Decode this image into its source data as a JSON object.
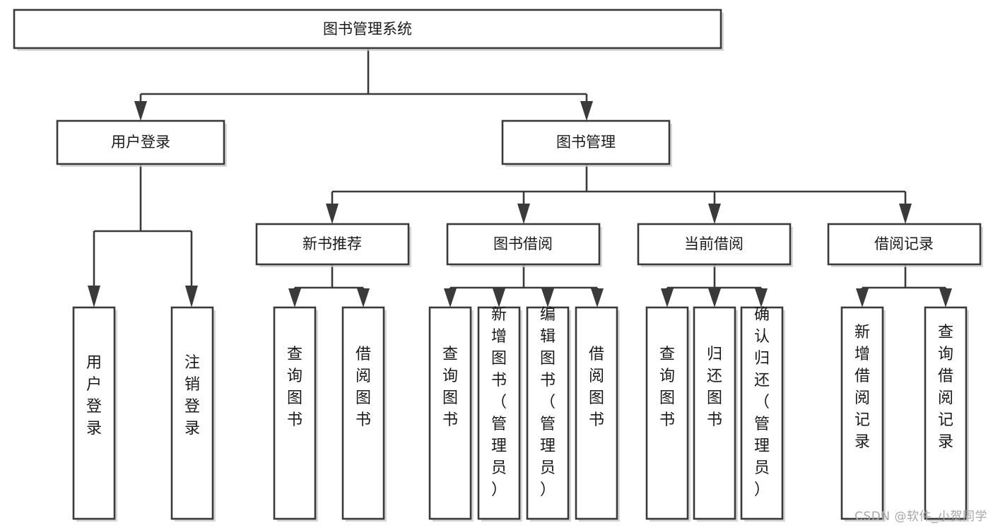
{
  "diagram": {
    "title": "图书管理系统",
    "watermark": "CSDN @软件_小贺同学",
    "colors": {
      "stroke": "#3a3a3a",
      "text": "#1a1a1a",
      "background": "#ffffff",
      "shadow": "#c9c9c9",
      "watermark": "#a6a6a6"
    },
    "root": {
      "label": "图书管理系统"
    },
    "level2": [
      {
        "label": "用户登录"
      },
      {
        "label": "图书管理"
      }
    ],
    "level3": [
      {
        "label": "新书推荐"
      },
      {
        "label": "图书借阅"
      },
      {
        "label": "当前借阅"
      },
      {
        "label": "借阅记录"
      }
    ],
    "leaves": {
      "user_login": [
        {
          "label": "用户登录"
        },
        {
          "label": "注销登录"
        }
      ],
      "new_book": [
        {
          "label": "查询图书"
        },
        {
          "label": "借阅图书"
        }
      ],
      "book_borrow": [
        {
          "label": "查询图书"
        },
        {
          "label": "新增图书（管理员）"
        },
        {
          "label": "编辑图书（管理员）"
        },
        {
          "label": "借阅图书"
        }
      ],
      "current_borrow": [
        {
          "label": "查询图书"
        },
        {
          "label": "归还图书"
        },
        {
          "label": "确认归还（管理员）"
        }
      ],
      "borrow_record": [
        {
          "label": "新增借阅记录"
        },
        {
          "label": "查询借阅记录"
        }
      ]
    }
  }
}
